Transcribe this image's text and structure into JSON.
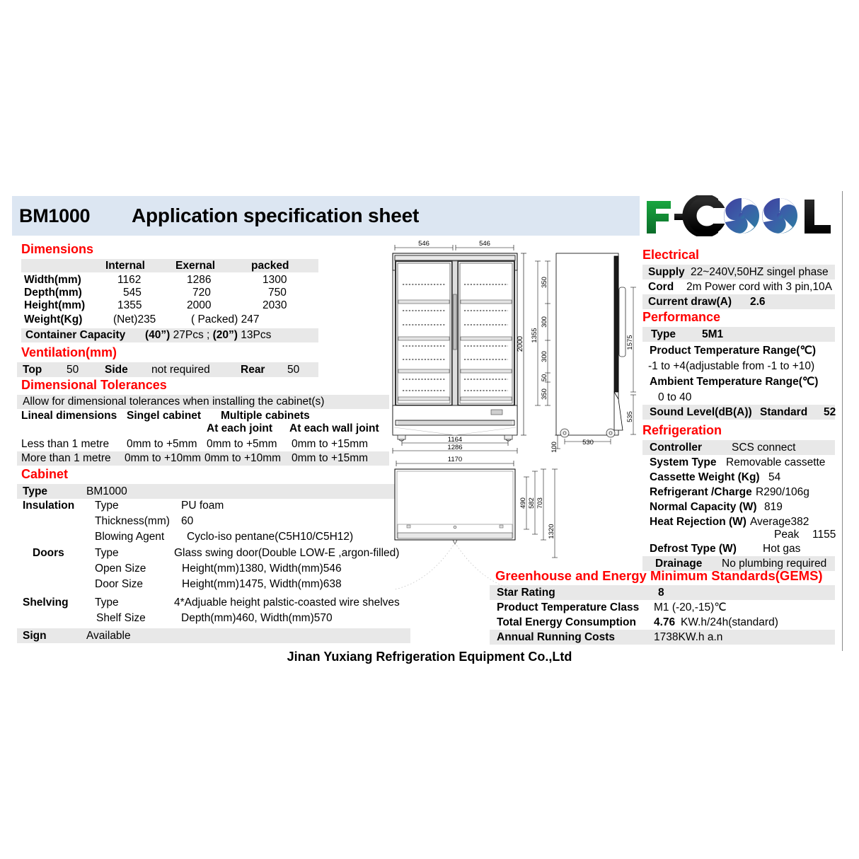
{
  "header": {
    "model": "BM1000",
    "title": "Application specification sheet",
    "logo_text": "F-COOL",
    "logo_colors": {
      "f": "#169b3d",
      "dash_c_l": "#1a1a1a",
      "fan": "#3c4fa8"
    }
  },
  "dimensions": {
    "heading": "Dimensions",
    "columns": [
      "",
      "Internal",
      "Exernal",
      "packed"
    ],
    "rows": [
      {
        "label": "Width(mm)",
        "internal": "1162",
        "external": "1286",
        "packed": "1300"
      },
      {
        "label": "Depth(mm)",
        "internal": "545",
        "external": "720",
        "packed": "750"
      },
      {
        "label": "Height(mm)",
        "internal": "1355",
        "external": "2000",
        "packed": "2030"
      }
    ],
    "weight": {
      "label": "Weight(Kg)",
      "net": "(Net)235",
      "packed": "( Packed) 247"
    },
    "container": {
      "label": "Container Capacity",
      "value": "(40”) 27Pcs ; (20”) 13Pcs"
    }
  },
  "ventilation": {
    "heading": "Ventilation(mm)",
    "top_label": "Top",
    "top_value": "50",
    "side_label": "Side",
    "side_value": "not required",
    "rear_label": "Rear",
    "rear_value": "50"
  },
  "tolerances": {
    "heading": "Dimensional Tolerances",
    "note": "Allow for dimensional tolerances when installing the cabinet(s)",
    "col_lineal": "Lineal dimensions",
    "col_single": "Singel cabinet",
    "col_multiple": "Multiple cabinets",
    "col_joint": "At each joint",
    "col_wall_joint": "At each wall joint",
    "rows": [
      {
        "label": "Less than 1 metre",
        "single": "0mm to +5mm",
        "joint": "0mm to +5mm",
        "wall": "0mm to +15mm"
      },
      {
        "label": "More than 1 metre",
        "single": "0mm to +10mm",
        "joint": "0mm to +10mm",
        "wall": "0mm to +15mm"
      }
    ]
  },
  "cabinet": {
    "heading": "Cabinet",
    "type_label": "Type",
    "type_value": "BM1000",
    "insulation_label": "Insulation",
    "insulation": [
      {
        "sub": "Type",
        "value": "PU foam"
      },
      {
        "sub": "Thickness(mm)",
        "value": "60"
      },
      {
        "sub": "Blowing Agent",
        "value": "Cyclo-iso pentane(C5H10/C5H12)"
      }
    ],
    "doors_label": "Doors",
    "doors": [
      {
        "sub": "Type",
        "value": "Glass swing  door(Double LOW-E ,argon-filled)"
      },
      {
        "sub": "Open Size",
        "value": "Height(mm)1380, Width(mm)546"
      },
      {
        "sub": "Door Size",
        "value": "Height(mm)1475, Width(mm)638"
      }
    ],
    "shelving_label": "Shelving",
    "shelving": [
      {
        "sub": "Type",
        "value": "4*Adjuable height palstic-coasted wire shelves"
      },
      {
        "sub": "Shelf Size",
        "value": "Depth(mm)460, Width(mm)570"
      }
    ],
    "sign_label": "Sign",
    "sign_value": "Available"
  },
  "electrical": {
    "heading": "Electrical",
    "supply_label": "Supply",
    "supply_value": "22~240V,50HZ singel phase",
    "cord_label": "Cord",
    "cord_value": "2m Power cord with 3 pin,10A",
    "current_label": "Current draw(A)",
    "current_value": "2.6"
  },
  "performance": {
    "heading": "Performance",
    "type_label": "Type",
    "type_value": "5M1",
    "product_temp_label": "Product Temperature Range(℃)",
    "product_temp_value": "-1 to +4(adjustable from -1 to +10)",
    "ambient_temp_label": "Ambient Temperature Range(℃)",
    "ambient_temp_value": "0 to 40",
    "sound_label": "Sound Level(dB(A))",
    "sound_std_label": "Standard",
    "sound_value": "52"
  },
  "refrigeration": {
    "heading": "Refrigeration",
    "controller_label": "Controller",
    "controller_value": "SCS connect",
    "system_label": "System Type",
    "system_value": "Removable  cassette",
    "cassette_label": "Cassette Weight (Kg)",
    "cassette_value": "54",
    "refrigerant_label": "Refrigerant /Charge",
    "refrigerant_value": "R290/106g",
    "capacity_label": "Normal Capacity (W)",
    "capacity_value": "819",
    "heat_label": "Heat Rejection (W)",
    "heat_avg": "Average382",
    "heat_peak_label": "Peak",
    "heat_peak_value": "1155",
    "defrost_label": "Defrost Type (W)",
    "defrost_value": "Hot gas",
    "drainage_label": "Drainage",
    "drainage_value": "No plumbing required"
  },
  "gems": {
    "heading": "Greenhouse and Energy Minimum Standards(GEMS)",
    "star_label": "Star Rating",
    "star_value": "8",
    "class_label": "Product Temperature Class",
    "class_value": "M1 (-20,-15)℃",
    "energy_label": "Total Energy Consumption",
    "energy_value_bold": "4.76",
    "energy_value_rest": "KW.h/24h(standard)",
    "annual_label": "Annual Running  Costs",
    "annual_value": "1738KW.h   a.n"
  },
  "drawing": {
    "front_door_left": "546",
    "front_door_right": "546",
    "front_inner_width": "1164",
    "front_outer_width": "1286",
    "front_height_total": "2000",
    "front_height_internal": "1355",
    "seg_350_top": "350",
    "seg_300_a": "300",
    "seg_300_b": "300",
    "seg_50": "50",
    "seg_350_bottom": "350",
    "side_1575": "1575",
    "side_535": "535",
    "side_530": "530",
    "side_100": "100",
    "plan_width": "1170",
    "plan_490": "490",
    "plan_582": "582",
    "plan_703": "703",
    "plan_1320": "1320"
  },
  "footer": {
    "company": "Jinan Yuxiang Refrigeration Equipment Co.,Ltd"
  }
}
